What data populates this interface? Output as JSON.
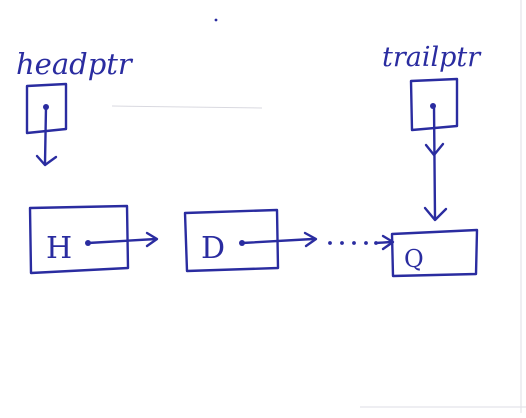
{
  "diagram": {
    "ink_color": "#2a2ca0",
    "head_label": "headptr",
    "tail_label": "trailptr",
    "nodes": [
      {
        "label": "H"
      },
      {
        "label": "D"
      },
      {
        "label": "Q"
      }
    ]
  }
}
